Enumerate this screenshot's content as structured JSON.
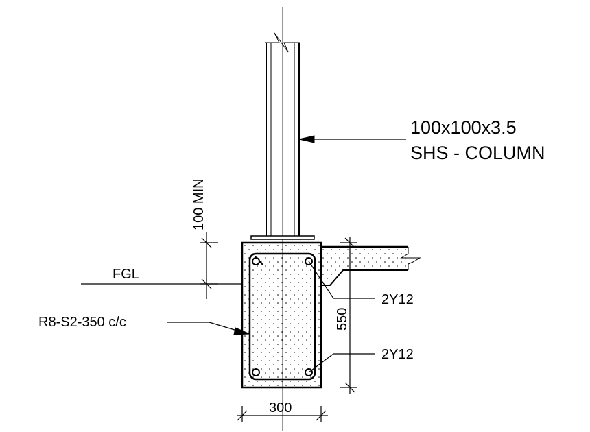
{
  "labels": {
    "column_size": "100x100x3.5",
    "column_type": "SHS - COLUMN",
    "min_embed": "100 MIN",
    "ground_level": "FGL",
    "stirrups": "R8-S2-350 c/c",
    "top_bars": "2Y12",
    "bottom_bars": "2Y12",
    "beam_depth": "550",
    "beam_width": "300"
  },
  "colors": {
    "line": "#000000",
    "background": "#ffffff",
    "concrete_dots": "#000000"
  }
}
